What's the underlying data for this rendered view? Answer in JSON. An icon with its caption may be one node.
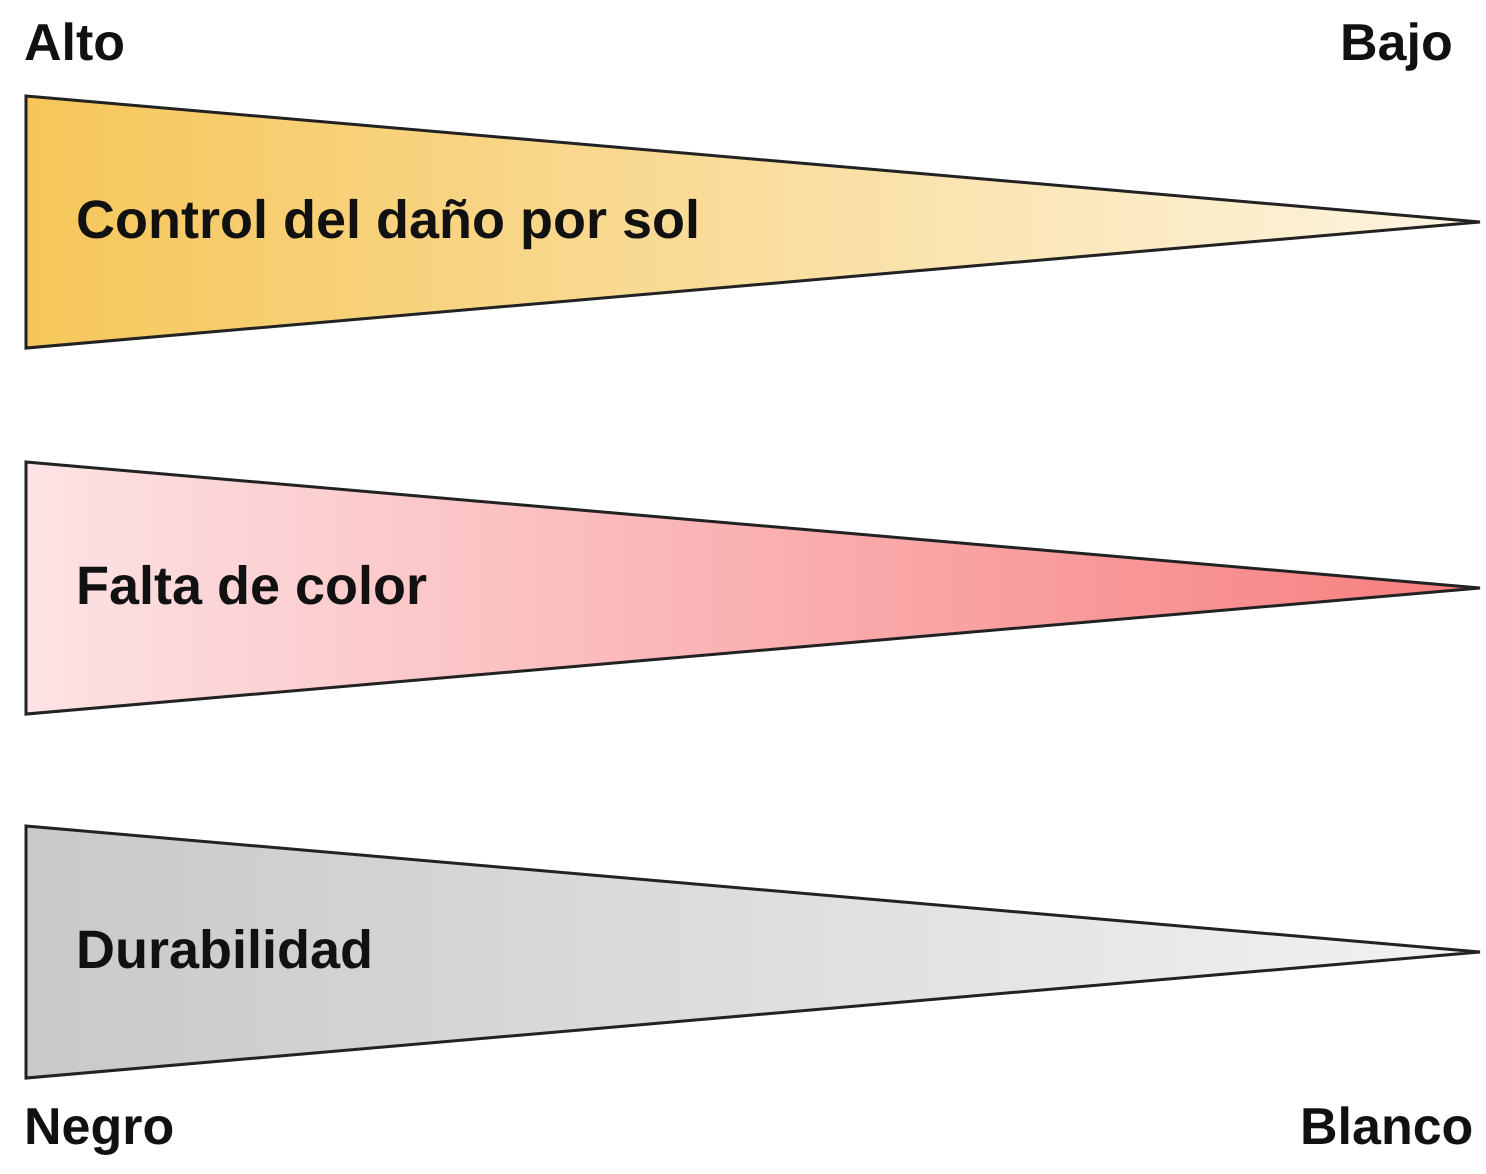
{
  "diagram": {
    "nodes": [
      {
        "text": [
          "Control del daño por sol"
        ]
      },
      {
        "text": [
          "Falta de color"
        ]
      },
      {
        "text": [
          "Durabilidad"
        ]
      }
    ],
    "labels": [
      "Alto",
      "Bajo",
      "Negro",
      "Blanco"
    ]
  }
}
